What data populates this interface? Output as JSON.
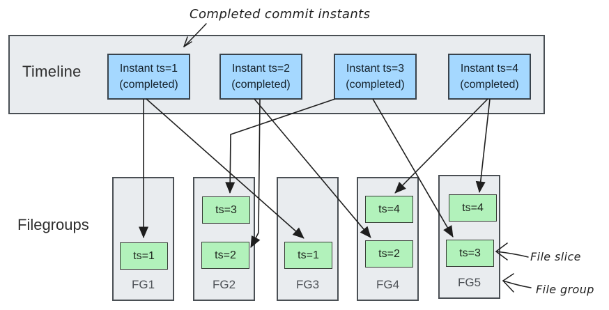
{
  "annotations": {
    "completed_commit_instants": "Completed commit instants",
    "file_slice": "File slice",
    "file_group": "File group"
  },
  "timeline": {
    "label": "Timeline",
    "instants": [
      {
        "line1": "Instant ts=1",
        "line2": "(completed)"
      },
      {
        "line1": "Instant ts=2",
        "line2": "(completed)"
      },
      {
        "line1": "Instant ts=3",
        "line2": "(completed)"
      },
      {
        "line1": "Instant ts=4",
        "line2": "(completed)"
      }
    ]
  },
  "filegroups": {
    "label": "Filegroups",
    "groups": [
      {
        "name": "FG1",
        "slices": [
          "ts=1"
        ]
      },
      {
        "name": "FG2",
        "slices": [
          "ts=3",
          "ts=2"
        ]
      },
      {
        "name": "FG3",
        "slices": [
          "ts=1"
        ]
      },
      {
        "name": "FG4",
        "slices": [
          "ts=4",
          "ts=2"
        ]
      },
      {
        "name": "FG5",
        "slices": [
          "ts=4",
          "ts=3"
        ]
      }
    ]
  },
  "connections": [
    {
      "from": "Instant ts=1",
      "to": "FG1 ts=1"
    },
    {
      "from": "Instant ts=1",
      "to": "FG3 ts=1"
    },
    {
      "from": "Instant ts=2",
      "to": "FG2 ts=2"
    },
    {
      "from": "Instant ts=2",
      "to": "FG4 ts=2"
    },
    {
      "from": "Instant ts=3",
      "to": "FG2 ts=3"
    },
    {
      "from": "Instant ts=3",
      "to": "FG5 ts=3"
    },
    {
      "from": "Instant ts=4",
      "to": "FG4 ts=4"
    },
    {
      "from": "Instant ts=4",
      "to": "FG5 ts=4"
    }
  ],
  "colors": {
    "instant_fill": "#a5d8ff",
    "slice_fill": "#b2f2bb",
    "container_fill": "#e9ecef",
    "shape_border": "#343a40",
    "arrow": "#1e1e1e"
  }
}
